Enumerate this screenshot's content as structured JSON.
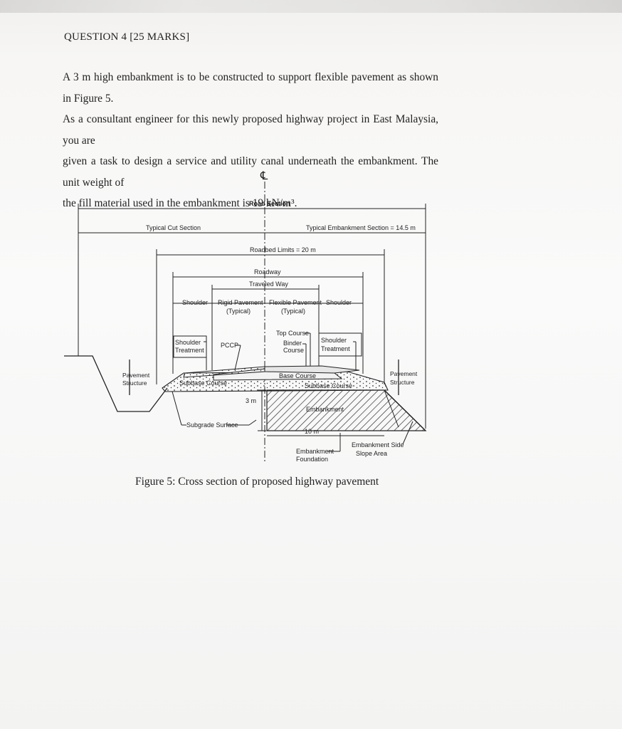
{
  "question": {
    "heading": "QUESTION 4 [25 MARKS]",
    "paragraph": [
      "A 3 m high embankment is to be constructed to support flexible pavement as shown in Figure 5.",
      "As a consultant engineer for this newly proposed highway project in East Malaysia, you are",
      "given a task to design a service and utility canal underneath the embankment.  The unit weight of",
      "the fill material used in the embankment is 19 kN/m³."
    ]
  },
  "figure": {
    "centerline_symbol": "℄",
    "road_section": "Road Section",
    "typical_cut_section": "Typical Cut Section",
    "typical_embankment_section": "Typical Embankment Section = 14.5 m",
    "roadbed_limits": "Roadbed Limits = 20 m",
    "roadway": "Roadway",
    "traveled_way": "Traveled Way",
    "shoulder_left": "Shoulder",
    "rigid_pavement": "Rigid Pavement",
    "rigid_typical": "(Typical)",
    "flexible_pavement": "Flexible Pavement",
    "flexible_typical": "(Typical)",
    "shoulder_right": "Shoulder",
    "top_course": "Top Course",
    "binder_course_1": "Binder",
    "binder_course_2": "Course",
    "shoulder_treatment_left_1": "Shoulder",
    "shoulder_treatment_left_2": "Treatment",
    "pccp": "PCCP",
    "shoulder_treatment_right_1": "Shoulder",
    "shoulder_treatment_right_2": "Treatment",
    "pavement_structure_left_1": "Pavement",
    "pavement_structure_left_2": "Structure",
    "pavement_structure_right_1": "Pavement",
    "pavement_structure_right_2": "Structure",
    "subbase_course_left": "Subbase Course",
    "base_course": "Base Course",
    "subbase_course_right": "Subbase Course",
    "height_3m": "3 m",
    "embankment": "Embankment",
    "subgrade_surface": "Subgrade Surface",
    "width_10m": "10 m",
    "embankment_foundation_1": "Embankment",
    "embankment_foundation_2": "Foundation",
    "embankment_side_slope_1": "Embankment Side",
    "embankment_side_slope_2": "Slope Area"
  },
  "caption": "Figure 5: Cross section of proposed highway pavement"
}
